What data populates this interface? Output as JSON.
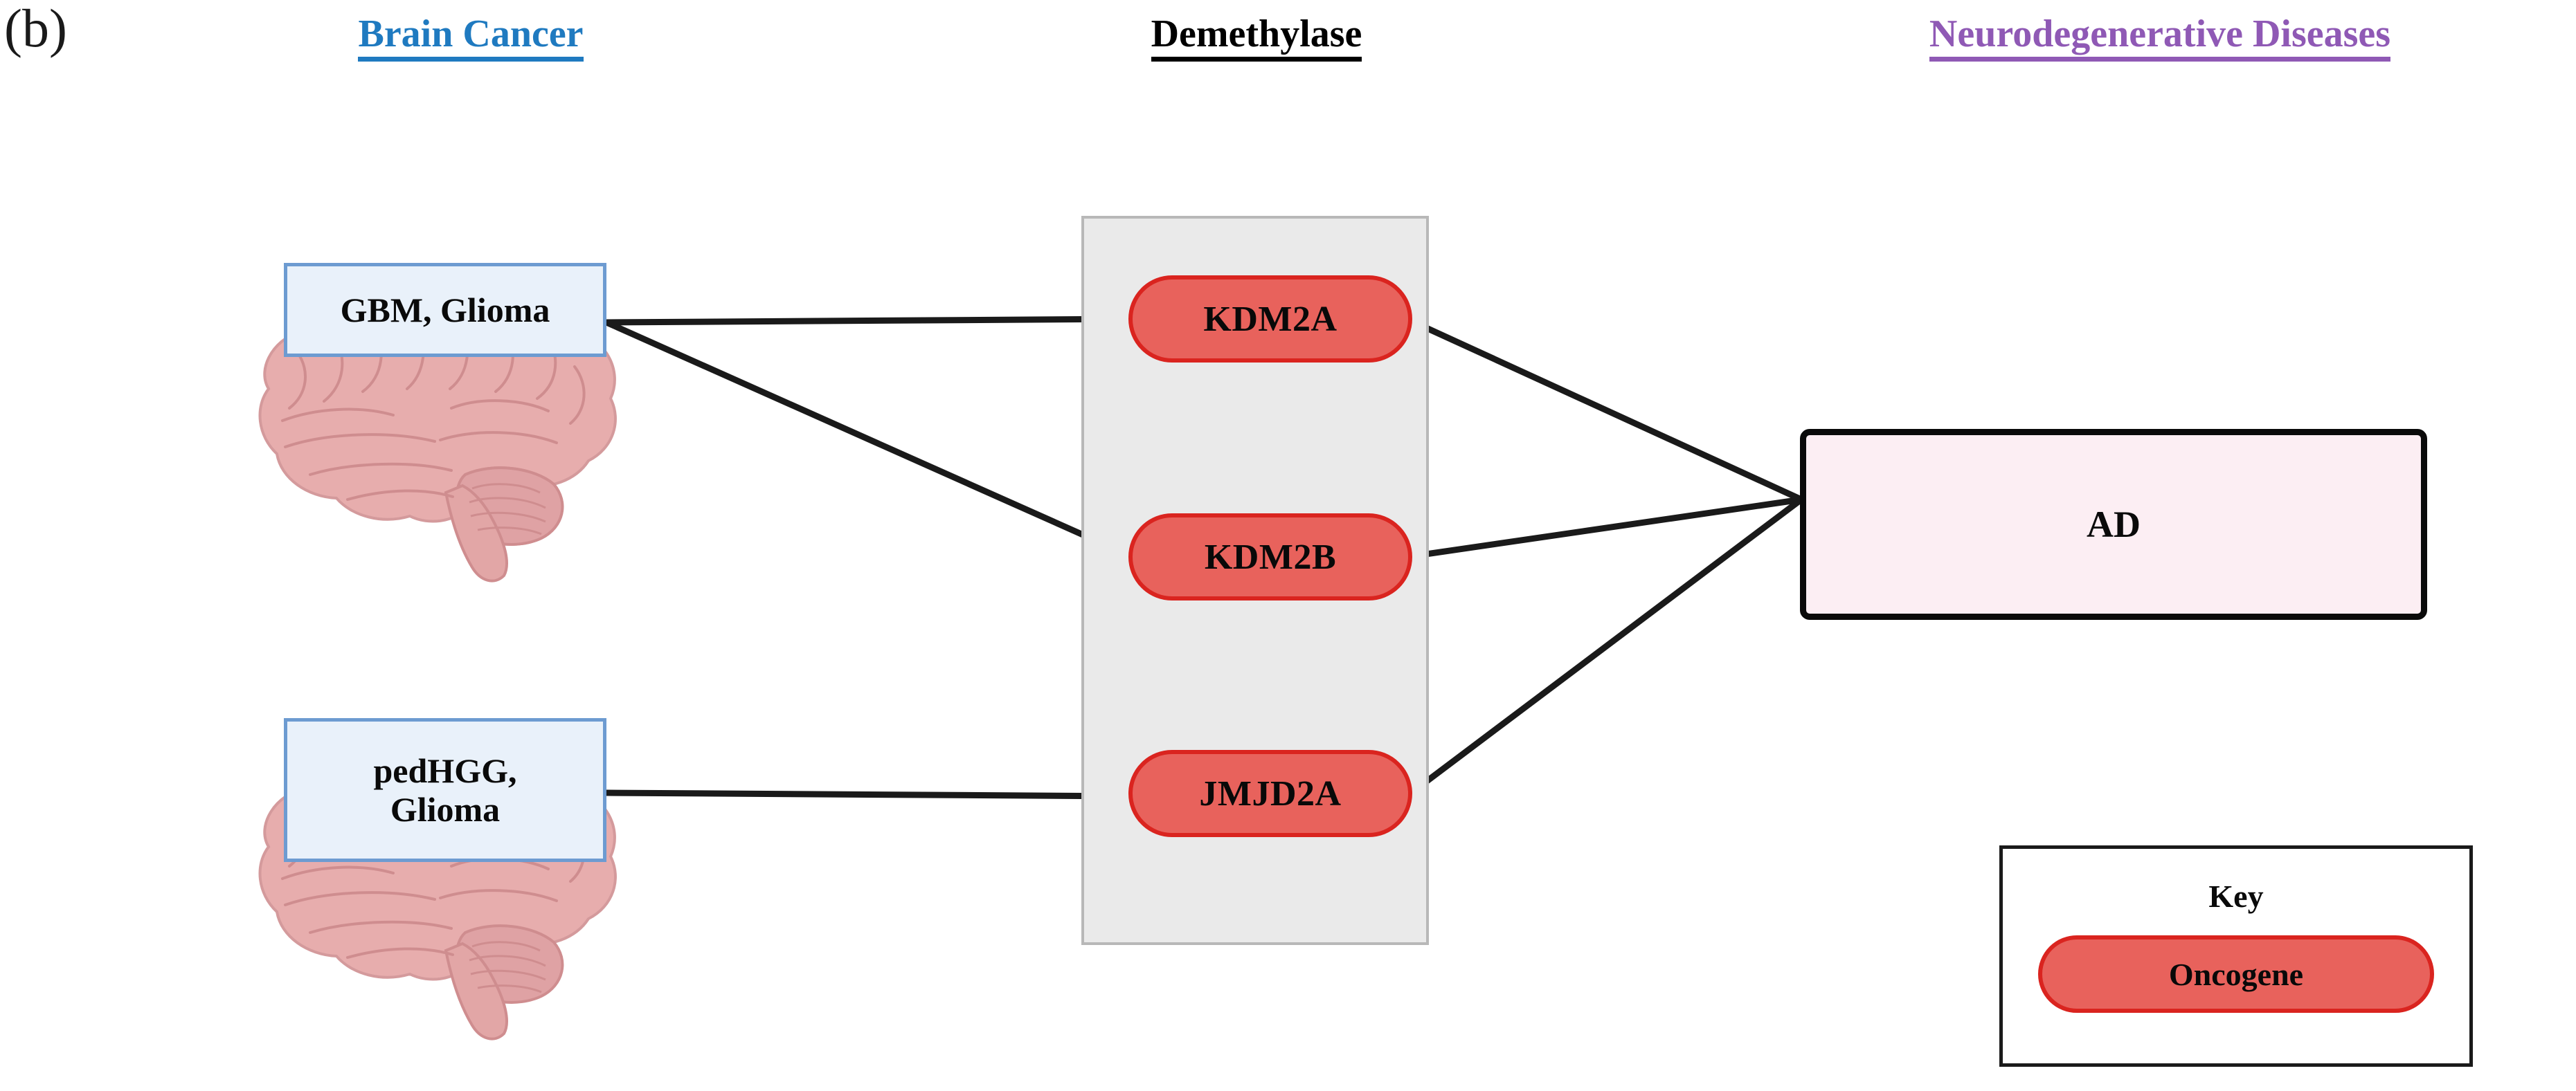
{
  "figure": {
    "panel_letter": "(b)"
  },
  "headers": [
    {
      "id": "brain-cancer",
      "label": "Brain Cancer",
      "color": "#1f7ac0"
    },
    {
      "id": "demethylase",
      "label": "Demethylase",
      "color": "#000000"
    },
    {
      "id": "neurodegenerative",
      "label": "Neurodegenerative Diseases",
      "color": "#8f59b5"
    }
  ],
  "cancers": [
    {
      "id": "gbm",
      "label": "GBM, Glioma",
      "fill": "#e9f1fa",
      "border": "#6d9bd1"
    },
    {
      "id": "pedhgg",
      "line1": "pedHGG,",
      "line2": "Glioma",
      "fill": "#e9f1fa",
      "border": "#6d9bd1"
    }
  ],
  "demethylases": [
    {
      "id": "kdm2a",
      "label": "KDM2A",
      "type": "Oncogene",
      "fill": "#e8625c",
      "border": "#da241f"
    },
    {
      "id": "kdm2b",
      "label": "KDM2B",
      "type": "Oncogene",
      "fill": "#e8625c",
      "border": "#da241f"
    },
    {
      "id": "jmjd2a",
      "label": "JMJD2A",
      "type": "Oncogene",
      "fill": "#e8625c",
      "border": "#da241f"
    }
  ],
  "diseases": [
    {
      "id": "ad",
      "label": "AD",
      "fill": "#fceef3",
      "border": "#0a0a0a"
    }
  ],
  "key": {
    "title": "Key",
    "entries": [
      {
        "label": "Oncogene",
        "fill": "#e8625c",
        "border": "#da241f"
      }
    ]
  },
  "edges": [
    {
      "from": "gbm",
      "to": "kdm2a"
    },
    {
      "from": "gbm",
      "to": "kdm2b"
    },
    {
      "from": "pedhgg",
      "to": "jmjd2a"
    },
    {
      "from": "kdm2a",
      "to": "ad"
    },
    {
      "from": "kdm2b",
      "to": "ad"
    },
    {
      "from": "jmjd2a",
      "to": "ad"
    }
  ],
  "artwork": {
    "brain_illustration_count": 2,
    "brain_fill": "#e7adad",
    "brain_stroke": "#cf8d8f"
  }
}
